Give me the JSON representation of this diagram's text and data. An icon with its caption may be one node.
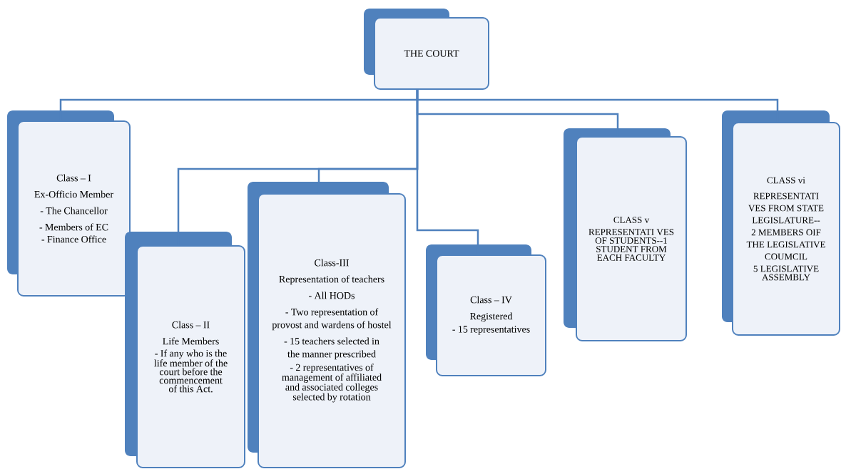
{
  "diagram": {
    "nodes": [
      {
        "text": [
          "THE COURT"
        ]
      },
      {
        "text": [
          "Class – I",
          "Ex-Officio Member",
          "- The Chancellor",
          "- Members of EC",
          "- Finance Office"
        ]
      },
      {
        "text": [
          "Class – II",
          "Life Members",
          "- If any who is the life member of the court before the commencement of this Act."
        ]
      },
      {
        "text": [
          "Class-III",
          "Representation of teachers",
          "- All HODs",
          "- Two representation of provost and wardens of hostel",
          "- 15 teachers selected in the manner prescribed",
          "- 2 representatives of management of affiliated and associated colleges selected by rotation"
        ]
      },
      {
        "text": [
          "Class – IV",
          "Registered",
          "- 15 representatives"
        ]
      },
      {
        "text": [
          "CLASS v",
          "REPRESENTATI VES OF STUDENTS--1 STUDENT FROM EACH FACULTY"
        ]
      },
      {
        "text": [
          "CLASS vi",
          "REPRESENTATI VES FROM STATE LEGISLATURE-- 2 MEMBERS OIF THE LEGISLATIVE COUMCIL",
          "5 LEGISLATIVE ASSEMBLY"
        ]
      }
    ],
    "edges": [
      {
        "from": 0,
        "to": 1,
        "arrow": "none"
      },
      {
        "from": 0,
        "to": 2,
        "arrow": "none"
      },
      {
        "from": 0,
        "to": 3,
        "arrow": "none"
      },
      {
        "from": 0,
        "to": 4,
        "arrow": "none"
      },
      {
        "from": 0,
        "to": 5,
        "arrow": "none"
      },
      {
        "from": 0,
        "to": 6,
        "arrow": "none"
      }
    ]
  }
}
